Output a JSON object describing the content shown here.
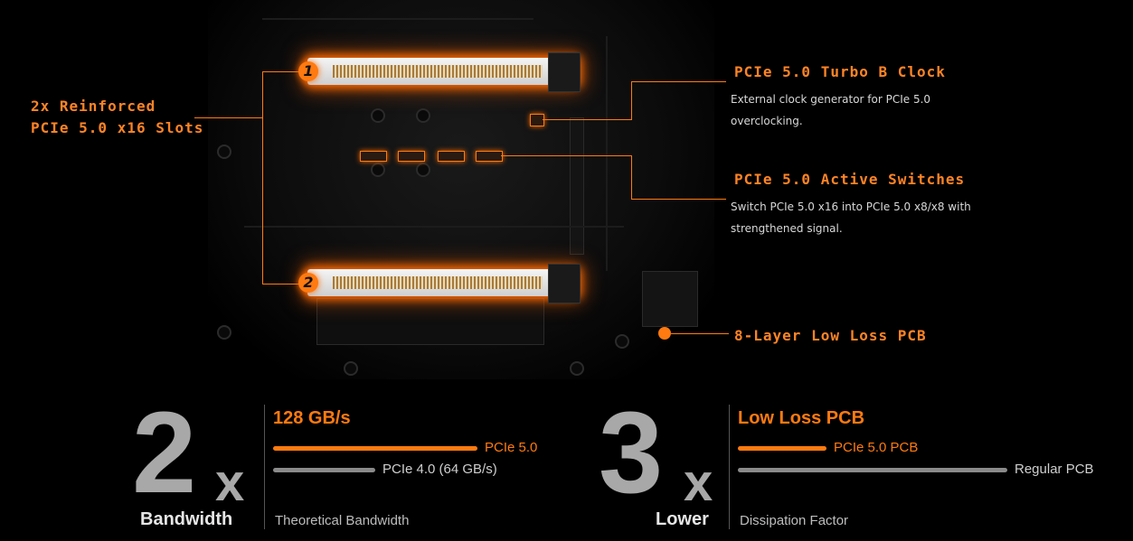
{
  "callouts": {
    "slots_line1": "2x Reinforced",
    "slots_line2": "PCIe 5.0 x16 Slots",
    "clock_title": "PCIe 5.0 Turbo B Clock",
    "clock_desc_line1": "External clock generator for PCIe 5.0",
    "clock_desc_line2": "overclocking.",
    "switch_title": "PCIe 5.0 Active Switches",
    "switch_desc_line1": "Switch PCIe 5.0 x16 into PCIe 5.0 x8/x8 with",
    "switch_desc_line2": "strengthened signal.",
    "pcb_title": "8-Layer Low Loss PCB"
  },
  "badges": {
    "one": "1",
    "two": "2"
  },
  "stats": {
    "bandwidth": {
      "number": "2",
      "multiplier": "x",
      "word": "Bandwidth",
      "title": "128 GB/s",
      "bar1_label": "PCIe 5.0",
      "bar2_label": "PCIe 4.0 (64 GB/s)",
      "caption": "Theoretical Bandwidth",
      "bar1_fraction": 1.0,
      "bar2_fraction": 0.5
    },
    "pcb": {
      "number": "3",
      "multiplier": "x",
      "word": "Lower",
      "title": "Low Loss PCB",
      "bar1_label": "PCIe 5.0 PCB",
      "bar2_label": "Regular PCB",
      "caption": "Dissipation Factor",
      "bar1_fraction": 0.33,
      "bar2_fraction": 1.0
    }
  },
  "colors": {
    "accent": "#ff7a10",
    "gray": "#a8a8a8"
  }
}
